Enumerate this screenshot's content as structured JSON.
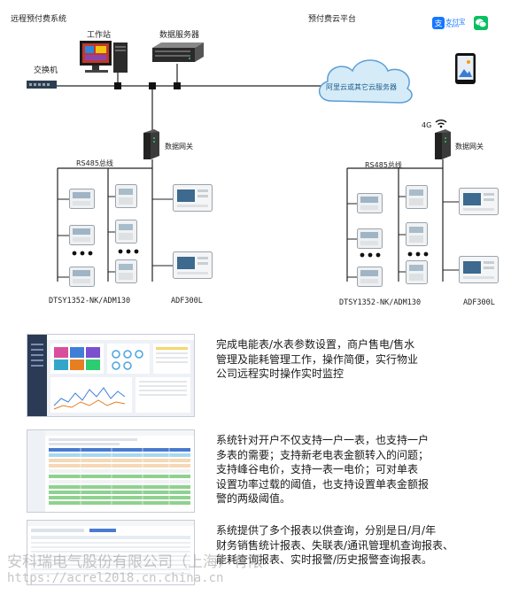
{
  "diagram": {
    "left_title": "远程预付费系统",
    "right_title": "预付费云平台",
    "workstation": "工作站",
    "db_server": "数据服务器",
    "switch": "交换机",
    "cloud": "阿里云或其它云服务器",
    "gateway_left": "数据网关",
    "gateway_right": "数据网关",
    "bus_left": "RS485总线",
    "bus_right": "RS485总线",
    "net_4g": "4G",
    "model_left_1": "DTSY1352-NK/ADM130",
    "model_left_2": "ADF300L",
    "model_right_1": "DTSY1352-NK/ADM130",
    "model_right_2": "ADF300L",
    "alipay_text": "支付宝",
    "alipay_sub": "ALIPAY"
  },
  "features": [
    {
      "lines": [
        "完成电能表/水表参数设置，商户售电/售水",
        "管理及能耗管理工作，操作简便，实行物业",
        "公司远程实时操作实时监控"
      ]
    },
    {
      "lines": [
        "系统针对开户不仅支持一户一表，也支持一户",
        "多表的需要；支持新老电表金额转入的问题；",
        "支持峰谷电价，支持一表一电价；可对单表",
        "设置功率过载的阈值，也支持设置单表金额报",
        "警的两级阈值。"
      ]
    },
    {
      "lines": [
        "系统提供了多个报表以供查询，分别是日/月/年",
        "财务销售统计报表、失联表/通讯管理机查询报表、",
        "能耗查询报表、实时报警/历史报警查询报表。"
      ]
    }
  ],
  "watermark": {
    "company": "安科瑞电气股份有限公司（上海）有限",
    "url": "https://acrel2018.cn.china.cn"
  }
}
